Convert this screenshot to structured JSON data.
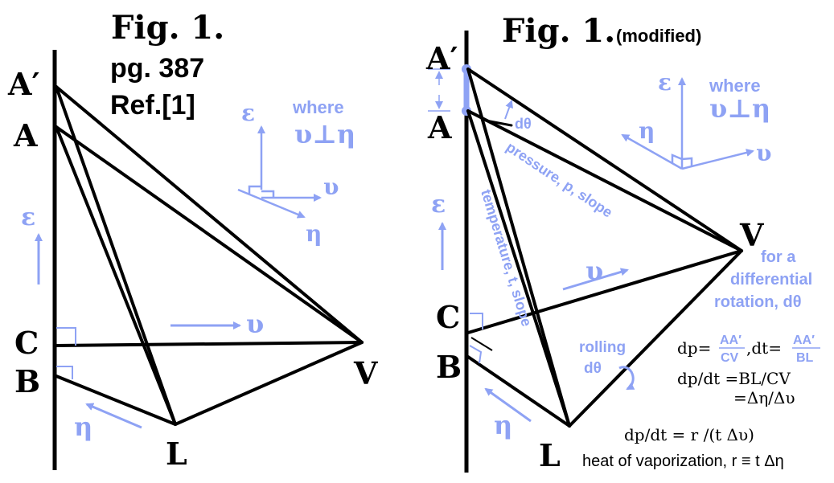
{
  "colors": {
    "ink": "#000000",
    "accent": "#8ea2f4"
  },
  "left": {
    "fig_title": "Fig. 1.",
    "page_ref": "pg. 387",
    "ref": "Ref.[1]",
    "points": {
      "A_prime": "A′",
      "A": "A",
      "C": "C",
      "B": "B",
      "V": "V",
      "L": "L"
    },
    "axes": {
      "epsilon": "ε",
      "upsilon": "υ",
      "eta": "η",
      "where": "where",
      "relation": "υ⊥η"
    }
  },
  "right": {
    "fig_title": "Fig. 1.",
    "modified": "(modified)",
    "points": {
      "A_prime": "A′",
      "A": "A",
      "C": "C",
      "B": "B",
      "V": "V",
      "L": "L"
    },
    "axes": {
      "epsilon": "ε",
      "upsilon": "υ",
      "eta": "η",
      "where": "where",
      "relation": "υ⊥η"
    },
    "labels": {
      "dtheta": "dθ",
      "pressure": "pressure, p, slope",
      "temperature": "temperature, t, slope",
      "rolling": "rolling",
      "rolling_dtheta": "dθ",
      "for_a": "for a",
      "differential": "differential",
      "rotation": "rotation, dθ"
    },
    "equations": {
      "dp": "dp=",
      "AA1": "AA′",
      "CV": "CV",
      "dt": ",dt=",
      "AA2": "AA′",
      "BL": "BL",
      "dpdt_ratio": "dp/dt =BL/CV",
      "delta_ratio": "=Δη/Δυ",
      "dpdt_r": "dp/dt = r /(t Δυ)",
      "heat": "heat of vaporization, r ≡ t Δη"
    }
  }
}
